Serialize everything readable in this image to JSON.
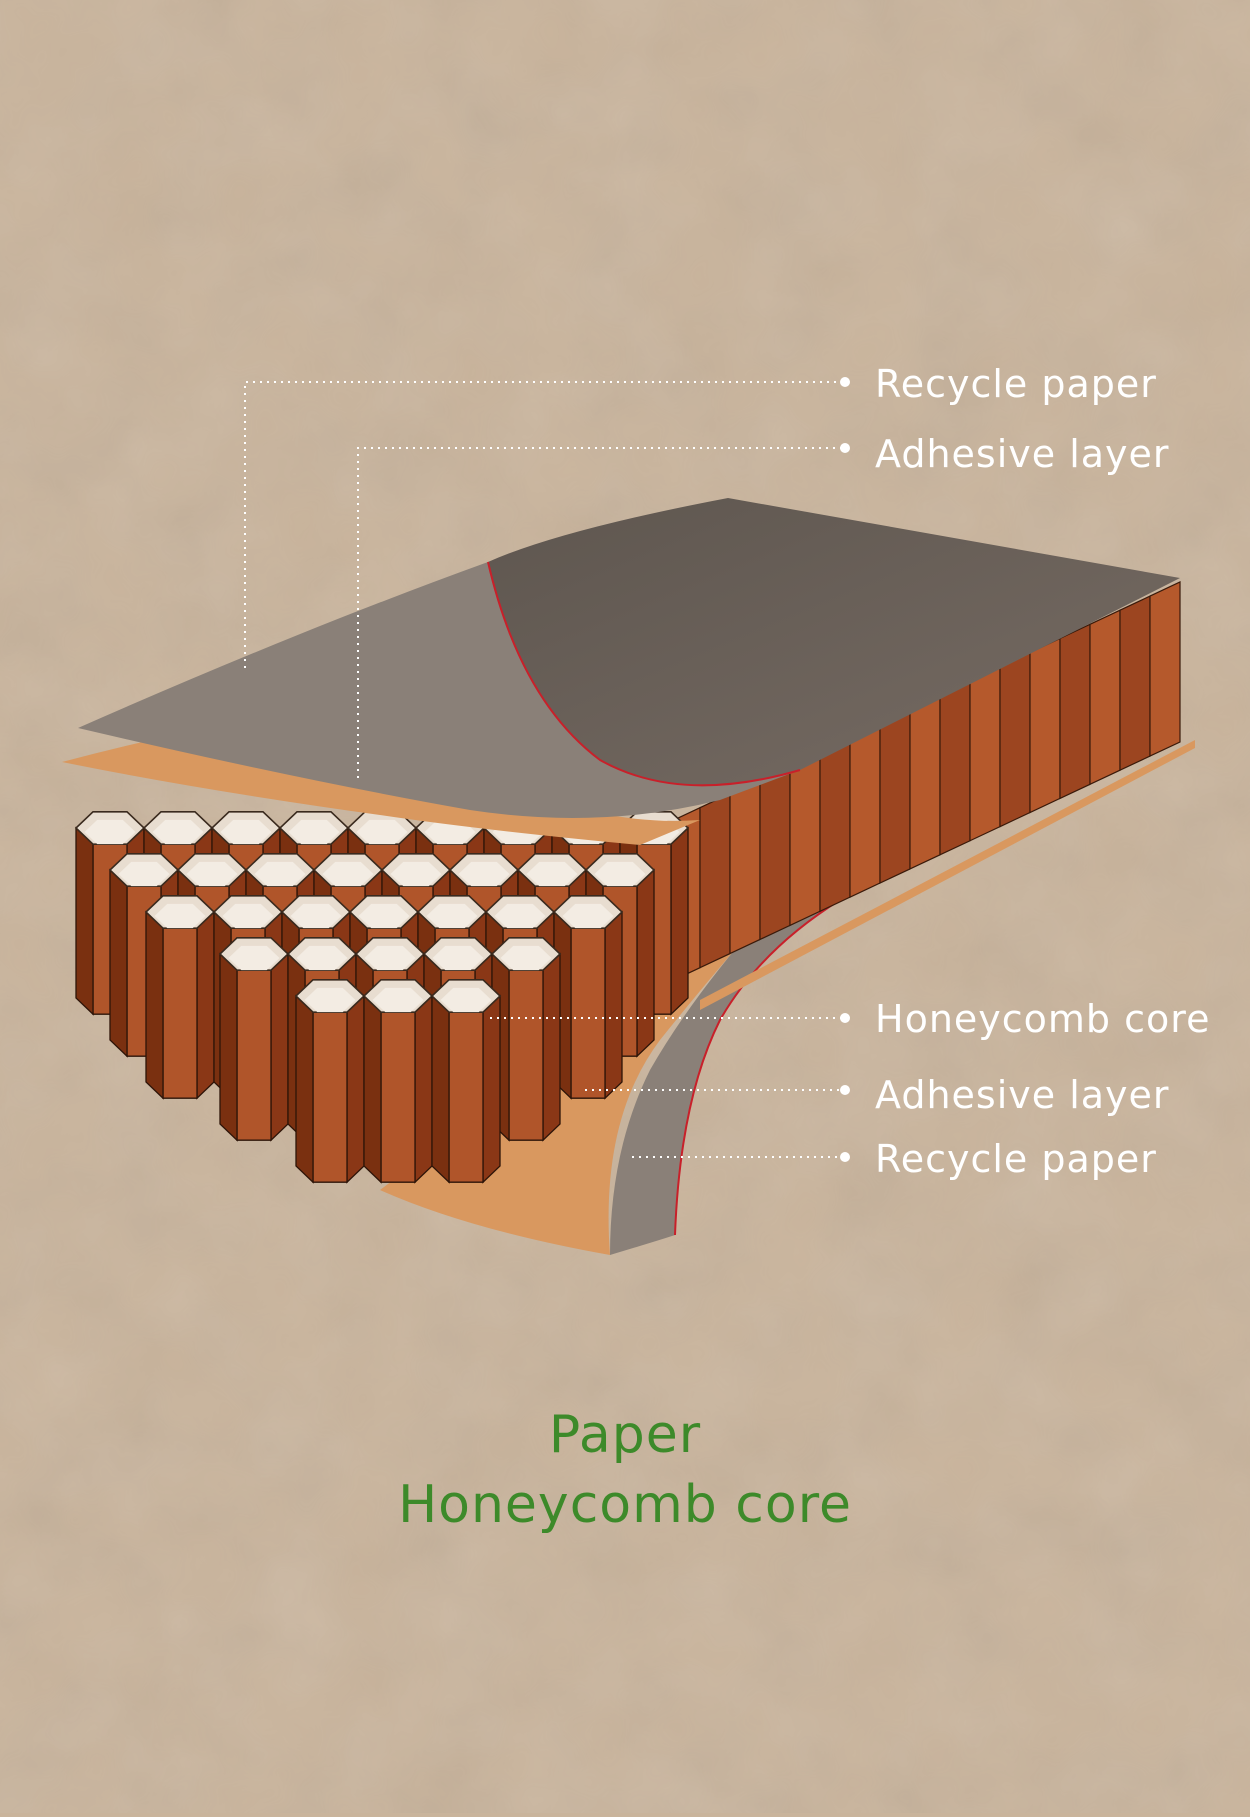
{
  "title": {
    "line1": "Paper",
    "line2": "Honeycomb core"
  },
  "labels": {
    "top_recycle_paper": "Recycle paper",
    "top_adhesive_layer": "Adhesive layer",
    "honeycomb_core": "Honeycomb core",
    "bottom_adhesive_layer": "Adhesive layer",
    "bottom_recycle_paper": "Recycle paper"
  },
  "colors": {
    "background": "#c9b49c",
    "title": "#3d8a2a",
    "label": "#ffffff",
    "recycle_paper": "#8a8078",
    "recycle_paper_dark": "#665c55",
    "adhesive_layer": "#d9985f",
    "honeycomb_cell": "#a4481e",
    "cut_line": "#c8202a"
  }
}
